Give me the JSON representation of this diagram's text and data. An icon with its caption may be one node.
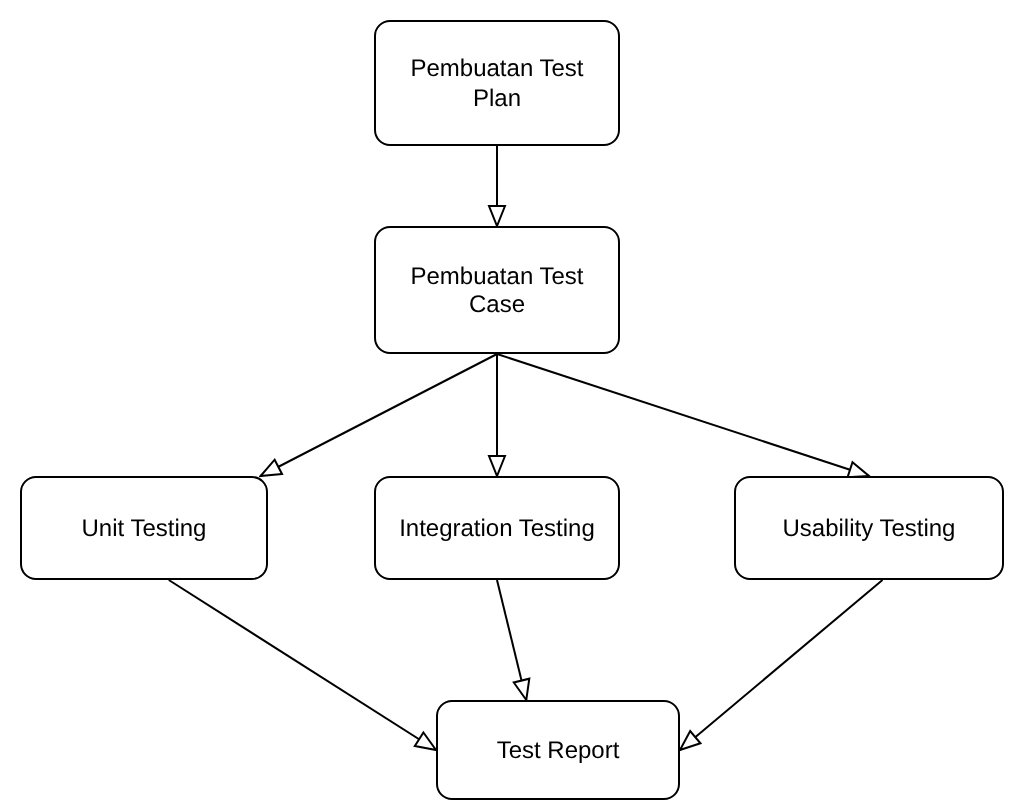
{
  "diagram": {
    "nodes": [
      {
        "text": [
          "Pembuatan Test Plan"
        ]
      },
      {
        "text": [
          "Pembuatan Test Case"
        ]
      },
      {
        "text": [
          "Unit Testing"
        ]
      },
      {
        "text": [
          "Integration Testing"
        ]
      },
      {
        "text": [
          "Usability Testing"
        ]
      },
      {
        "text": [
          "Test Report"
        ]
      }
    ],
    "edges": [
      {
        "from": 0,
        "to": 1,
        "arrow": "to"
      },
      {
        "from": 1,
        "to": 2,
        "arrow": "to"
      },
      {
        "from": 1,
        "to": 3,
        "arrow": "to"
      },
      {
        "from": 1,
        "to": 4,
        "arrow": "to"
      },
      {
        "from": 2,
        "to": 5,
        "arrow": "to"
      },
      {
        "from": 3,
        "to": 5,
        "arrow": "to"
      },
      {
        "from": 4,
        "to": 5,
        "arrow": "to"
      }
    ]
  }
}
